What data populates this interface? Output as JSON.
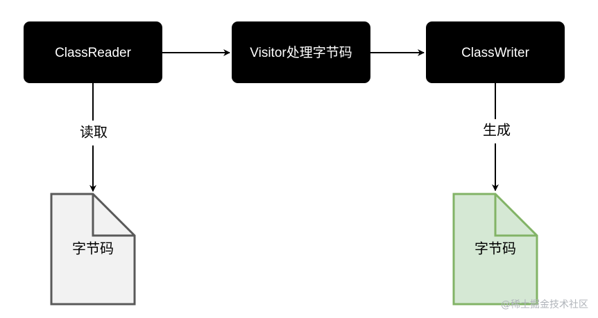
{
  "colors": {
    "node_fill": "#0a72ef",
    "node_text": "#ffffff",
    "arrow": "#000000",
    "doc_gray_fill": "#f2f2f2",
    "doc_gray_stroke": "#595959",
    "doc_green_fill": "#d5e8d4",
    "doc_green_stroke": "#82b366",
    "watermark": "#b0b4ba"
  },
  "nodes": {
    "class_reader": "ClassReader",
    "visitor": "Visitor处理字节码",
    "class_writer": "ClassWriter"
  },
  "edges": {
    "read_label": "读取",
    "generate_label": "生成"
  },
  "documents": {
    "input_label": "字节码",
    "output_label": "字节码"
  },
  "watermark": "@稀土掘金技术社区"
}
